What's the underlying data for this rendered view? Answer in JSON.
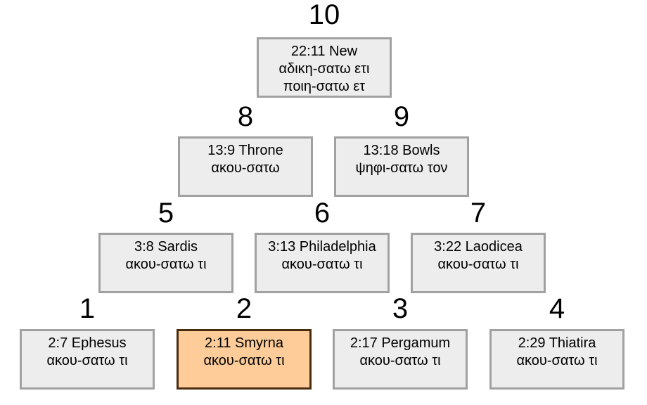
{
  "diagram": {
    "background_color": "#ffffff",
    "node_fill_color": "#ededed",
    "node_border_color": "#a1a1a1",
    "highlight_fill_color": "#fdcc99",
    "highlight_border_color": "#4a2d0f",
    "text_color": "#000000",
    "nodes": [
      {
        "number": "1",
        "reference": "2:7 Ephesus",
        "greek": "ακου-σατω τι",
        "highlighted": false
      },
      {
        "number": "2",
        "reference": "2:11 Smyrna",
        "greek": "ακου-σατω τι",
        "highlighted": true
      },
      {
        "number": "3",
        "reference": "2:17 Pergamum",
        "greek": "ακου-σατω τι",
        "highlighted": false
      },
      {
        "number": "4",
        "reference": "2:29 Thiatira",
        "greek": "ακου-σατω τι",
        "highlighted": false
      },
      {
        "number": "5",
        "reference": "3:8 Sardis",
        "greek": "ακου-σατω τι",
        "highlighted": false
      },
      {
        "number": "6",
        "reference": "3:13 Philadelphia",
        "greek": "ακου-σατω τι",
        "highlighted": false
      },
      {
        "number": "7",
        "reference": "3:22 Laodicea",
        "greek": "ακου-σατω τι",
        "highlighted": false
      },
      {
        "number": "8",
        "reference": "13:9 Throne",
        "greek": "ακου-σατω",
        "highlighted": false
      },
      {
        "number": "9",
        "reference": "13:18 Bowls",
        "greek": "ψηφι-σατω τον",
        "highlighted": false
      },
      {
        "number": "10",
        "reference": "22:11 New",
        "greek": "αδικη-σατω ετι",
        "greek_line2": "ποιη-σατω ετ",
        "highlighted": false
      }
    ]
  }
}
